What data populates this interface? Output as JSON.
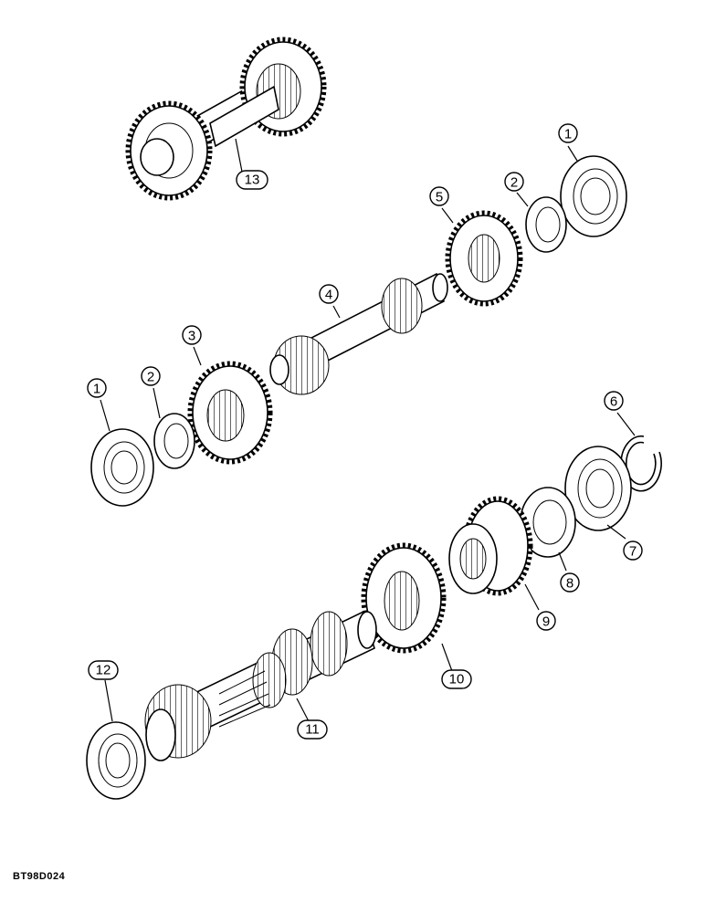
{
  "callouts": {
    "c13": "13",
    "c1a": "1",
    "c2a": "2",
    "c5": "5",
    "c4": "4",
    "c3": "3",
    "c1b": "1",
    "c2b": "2",
    "c6": "6",
    "c7": "7",
    "c8": "8",
    "c9": "9",
    "c10": "10",
    "c11": "11",
    "c12": "12"
  },
  "figure_code": "BT98D024"
}
